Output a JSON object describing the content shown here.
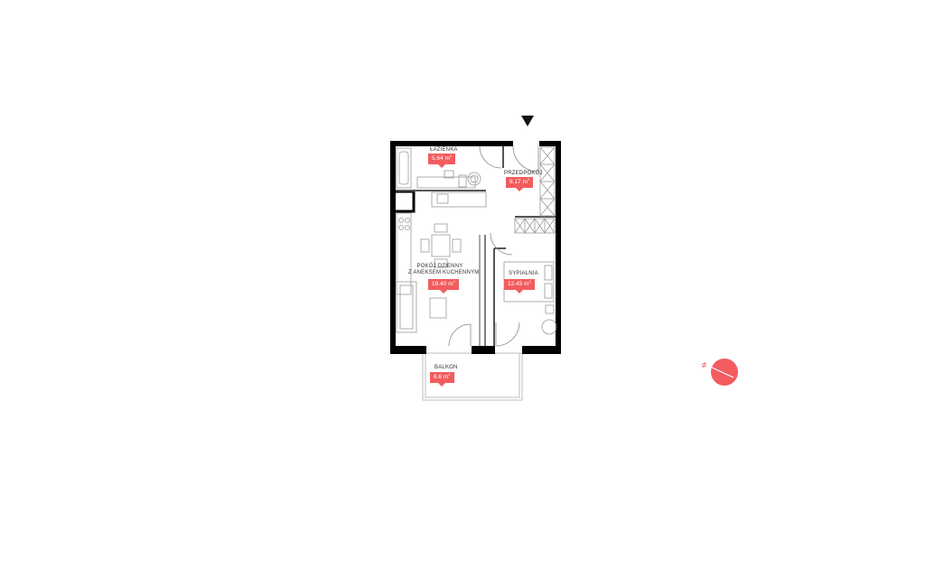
{
  "rooms": [
    {
      "name": "ŁAZIENKA",
      "area": "5.64 m",
      "unit_sup": "2"
    },
    {
      "name": "PRZEDPOKÓJ",
      "area": "8.17 m",
      "unit_sup": "2"
    },
    {
      "name_lines": [
        "POKÓJ DZIENNY",
        "Z ANEKSEM KUCHENNYM"
      ],
      "area": "19.40 m",
      "unit_sup": "2"
    },
    {
      "name": "SYPIALNIA",
      "area": "12.45 m",
      "unit_sup": "2"
    },
    {
      "name": "BALKON",
      "area": "6.6 m",
      "unit_sup": "2"
    }
  ],
  "compass": {
    "label": "N",
    "color": "#f25c5f"
  },
  "colors": {
    "wall": "#000000",
    "badge": "#f25c5f",
    "furniture": "#9a9a9a"
  },
  "icons": [
    "entrance-arrow-icon",
    "compass-icon"
  ]
}
